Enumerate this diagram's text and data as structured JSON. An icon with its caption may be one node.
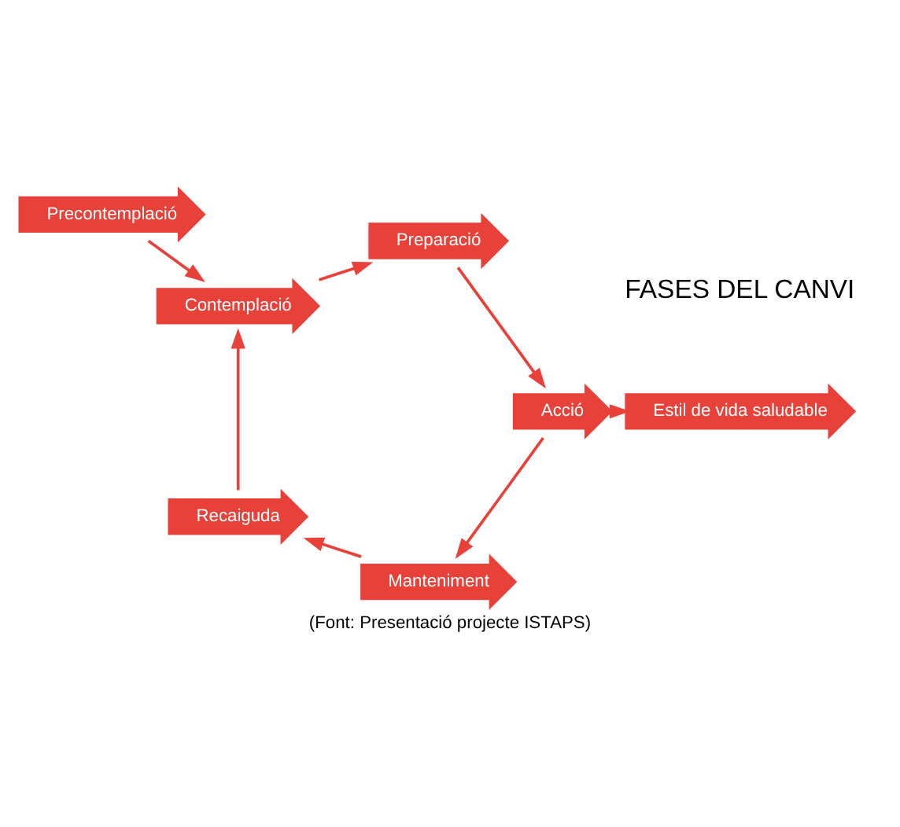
{
  "diagram": {
    "caption": "(Font: Presentació projecte ISTAPS)",
    "nodes": [
      {
        "text": [
          "Manteniment"
        ]
      },
      {
        "text": [
          "Estil de vida saludable"
        ]
      },
      {
        "text": [
          "Recaiguda"
        ]
      },
      {
        "text": [
          "Acció"
        ]
      },
      {
        "text": [
          "Contemplació"
        ]
      },
      {
        "text": [
          "Preparació"
        ]
      },
      {
        "text": [
          "Precontemplació"
        ]
      }
    ],
    "edges": [
      {
        "from": 6,
        "to": 4,
        "arrow": "to"
      },
      {
        "from": 4,
        "to": 5,
        "arrow": "to"
      },
      {
        "from": 5,
        "to": 3,
        "arrow": "to"
      },
      {
        "from": 3,
        "to": 0,
        "arrow": "to"
      },
      {
        "from": 0,
        "to": 2,
        "arrow": "to"
      },
      {
        "from": 2,
        "to": 4,
        "arrow": "to"
      },
      {
        "from": 3,
        "to": 1,
        "arrow": "to"
      }
    ],
    "labels": [
      "FASES DEL CANVI"
    ]
  }
}
